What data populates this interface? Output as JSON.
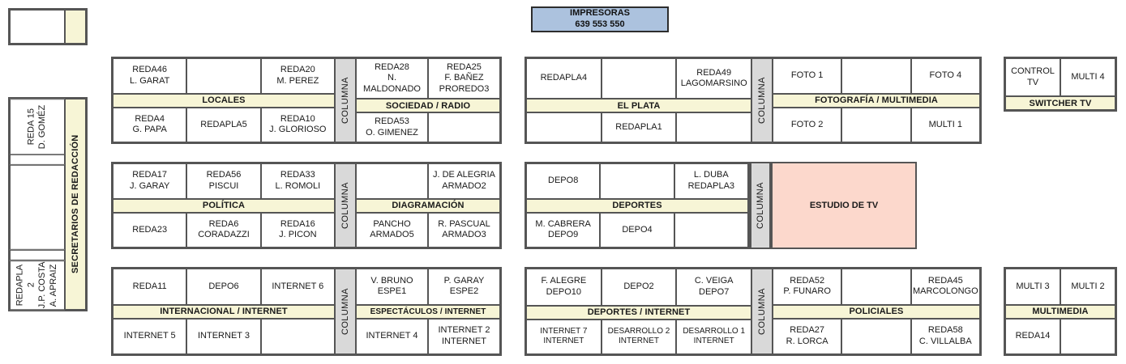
{
  "printers": {
    "title": "IMPRESORAS",
    "numbers": "639   553   550"
  },
  "left_column": {
    "label": "SECRETARIOS DE REDACCIÓN",
    "top_block": {
      "cells": [
        ""
      ]
    },
    "main_block": {
      "cells": [
        "REDA 15\nD. GOMÉZ",
        "",
        "",
        "",
        "REDAPLA 2\nJ.P. COSTA\nA. APRAIZ"
      ]
    }
  },
  "desks": [
    {
      "id": "locales",
      "banner": "LOCALES",
      "columna": "COLUMNA",
      "top": [
        "REDA46\nL. GARAT",
        "",
        "REDA20\nM. PEREZ"
      ],
      "bottom": [
        "REDA4\nG. PAPA",
        "REDAPLA5",
        "REDA10\nJ. GLORIOSO"
      ]
    },
    {
      "id": "sociedad-radio",
      "banner": "SOCIEDAD / RADIO",
      "top": [
        "REDA28\nN. MALDONADO",
        "REDA25\nF. BAÑEZ\nPROREDO3"
      ],
      "bottom": [
        "REDA53\nO. GIMENEZ",
        ""
      ]
    },
    {
      "id": "el-plata",
      "banner": "EL PLATA",
      "columna": "COLUMNA",
      "top": [
        "REDAPLA4",
        "",
        "REDA49\nLAGOMARSINO"
      ],
      "bottom": [
        "",
        "REDAPLA1",
        ""
      ]
    },
    {
      "id": "fotografia-multimedia",
      "banner": "FOTOGRAFÍA / MULTIMEDIA",
      "top": [
        "FOTO 1",
        "",
        "FOTO 4"
      ],
      "bottom": [
        "FOTO 2",
        "",
        "MULTI 1"
      ]
    },
    {
      "id": "switcher-tv",
      "banner": "SWITCHER TV",
      "top": [
        "CONTROL TV",
        "MULTI 4"
      ]
    },
    {
      "id": "politica",
      "banner": "POLÍTICA",
      "columna": "COLUMNA",
      "top": [
        "REDA17\nJ. GARAY",
        "REDA56\nPISCUI",
        "REDA33\nL. ROMOLI"
      ],
      "bottom": [
        "REDA23",
        "REDA6\nCORADAZZI",
        "REDA16\nJ. PICON"
      ]
    },
    {
      "id": "diagramacion",
      "banner": "DIAGRAMACIÓN",
      "top": [
        "",
        "J. DE ALEGRIA\nARMADO2"
      ],
      "bottom": [
        "PANCHO\nARMADO5",
        "R. PASCUAL\nARMADO3"
      ]
    },
    {
      "id": "deportes",
      "banner": "DEPORTES",
      "columna": "COLUMNA",
      "top": [
        "DEPO8",
        "",
        "L. DUBA\nREDAPLA3"
      ],
      "bottom": [
        "M. CABRERA\nDEPO9",
        "DEPO4",
        ""
      ]
    },
    {
      "id": "estudio-de-tv",
      "label": "ESTUDIO DE TV",
      "color": "#fcd8cc"
    },
    {
      "id": "internacional-internet",
      "banner": "INTERNACIONAL / INTERNET",
      "columna": "COLUMNA",
      "top": [
        "REDA11",
        "DEPO6",
        "INTERNET 6"
      ],
      "bottom": [
        "INTERNET 5",
        "INTERNET 3",
        ""
      ]
    },
    {
      "id": "espectaculos-internet",
      "banner": "ESPECTÁCULOS / INTERNET",
      "top": [
        "V. BRUNO\nESPE1",
        "P. GARAY\nESPE2"
      ],
      "bottom": [
        "INTERNET 4",
        "INTERNET 2\nINTERNET"
      ]
    },
    {
      "id": "deportes-internet",
      "banner": "DEPORTES / INTERNET",
      "columna": "COLUMNA",
      "top": [
        "F. ALEGRE\nDEPO10",
        "DEPO2",
        "C. VEIGA\nDEPO7"
      ],
      "bottom": [
        "INTERNET 7\nINTERNET",
        "DESARROLLO 2\nINTERNET",
        "DESARROLLO 1\nINTERNET"
      ]
    },
    {
      "id": "policiales",
      "banner": "POLICIALES",
      "top": [
        "REDA52\nP. FUNARO",
        "",
        "REDA45\nMARCOLONGO"
      ],
      "bottom": [
        "REDA27\nR. LORCA",
        "",
        "REDA58\nC. VILLALBA"
      ]
    },
    {
      "id": "multimedia",
      "banner": "MULTIMEDIA",
      "top": [
        "MULTI 3",
        "MULTI 2"
      ],
      "bottom": [
        "REDA14",
        ""
      ]
    }
  ],
  "colors": {
    "banner": "#f7f5d6",
    "columna": "#d9d9d9",
    "printers": "#acc2de",
    "studio": "#fcd8cc",
    "stroke": "#555555"
  }
}
